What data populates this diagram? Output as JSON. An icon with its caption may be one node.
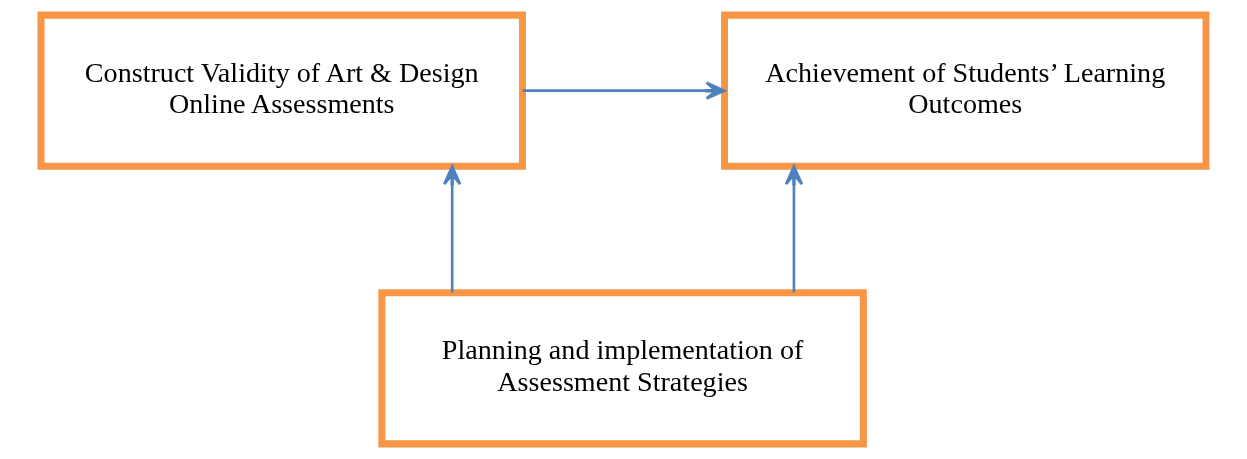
{
  "diagram": {
    "nodes": [
      {
        "text": [
          "Construct Validity of Art & Design Online Assessments"
        ]
      },
      {
        "text": [
          "Achievement of Students’ Learning Outcomes"
        ]
      },
      {
        "text": [
          "Planning and implementation of Assessment Strategies"
        ]
      }
    ],
    "edges": [
      {
        "from": 0,
        "to": 1,
        "arrow": "to"
      },
      {
        "from": 2,
        "to": 0,
        "arrow": "to"
      },
      {
        "from": 2,
        "to": 1,
        "arrow": "to"
      }
    ]
  }
}
